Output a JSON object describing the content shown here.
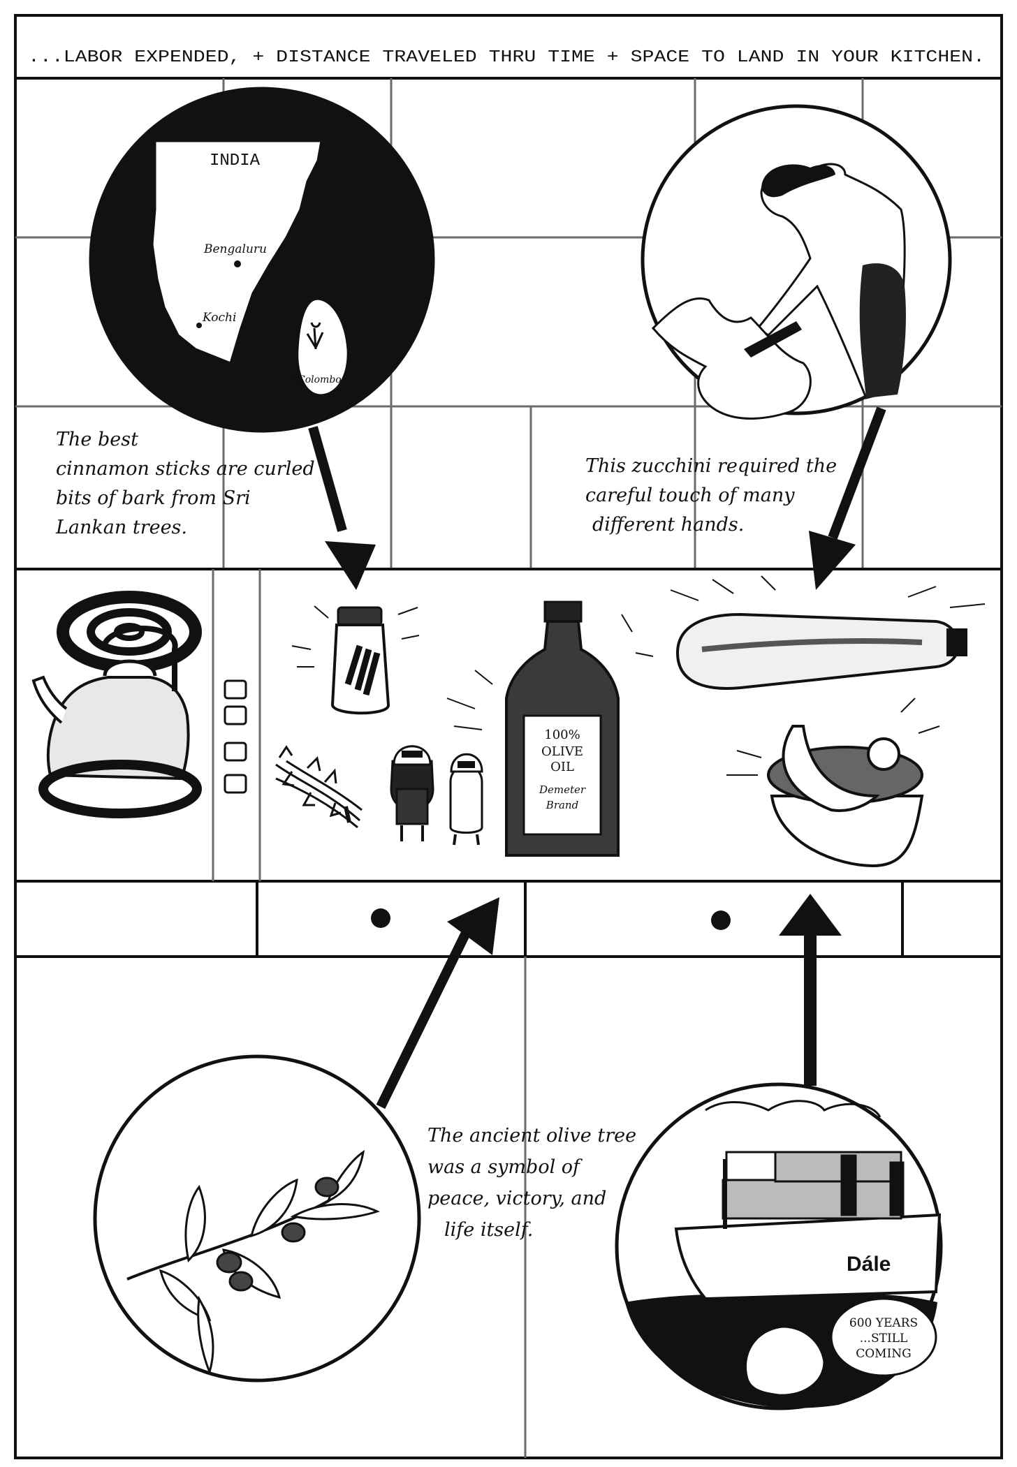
{
  "header": {
    "caption": "...LABOR EXPENDED, + DISTANCE TRAVELED THRU TIME + SPACE TO LAND IN YOUR KITCHEN."
  },
  "map_panel": {
    "country_label": "INDIA",
    "cities": [
      "Bengaluru",
      "Kochi",
      "Colombo"
    ]
  },
  "captions": {
    "cinnamon": [
      "The best",
      "cinnamon sticks are curled",
      "bits of bark from Sri",
      "Lankan trees."
    ],
    "zucchini": [
      "This zucchini required the",
      "careful touch of many",
      "different hands."
    ],
    "olive": [
      "The ancient olive tree",
      "was a symbol of",
      "peace, victory, and",
      "life itself."
    ]
  },
  "olive_oil_label": [
    "100%",
    "OLIVE",
    "OIL",
    "Demeter",
    "Brand"
  ],
  "ship": {
    "name": "Dále",
    "speech": [
      "600 YEARS",
      "...STILL",
      "COMING"
    ]
  },
  "colors": {
    "ink": "#111111",
    "paper": "#ffffff",
    "grout": "#6b6b6b"
  }
}
